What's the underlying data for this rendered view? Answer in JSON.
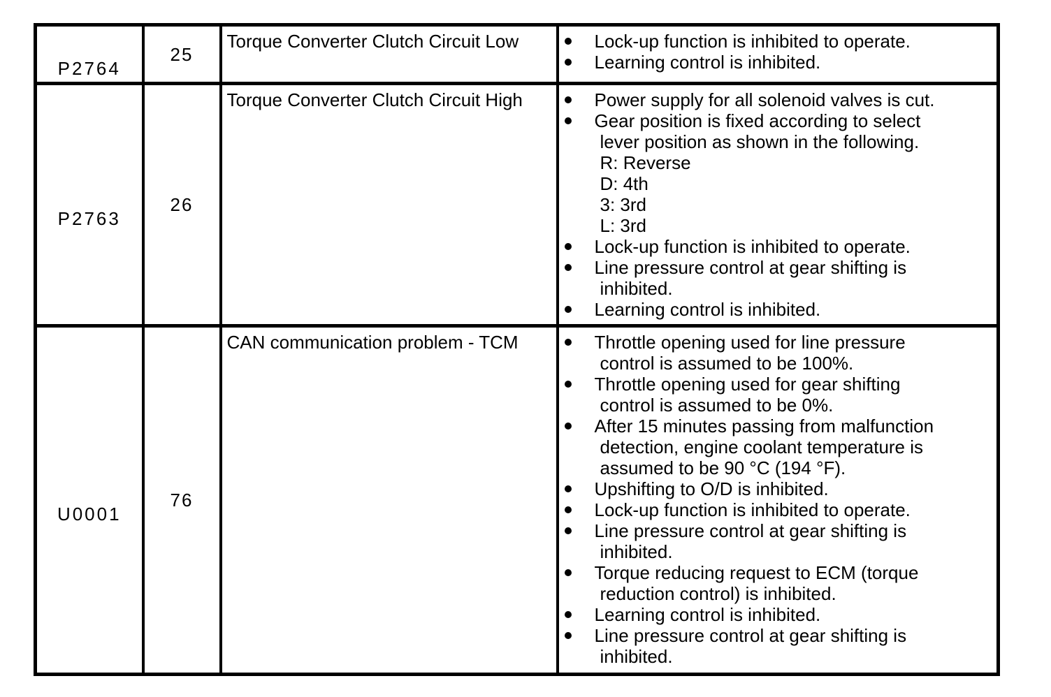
{
  "colors": {
    "text": "#000000",
    "border": "#000000",
    "background": "#ffffff"
  },
  "table": {
    "rows": [
      {
        "dtc": "P2764",
        "number": "25",
        "description": "Torque Converter Clutch Circuit Low",
        "effects": [
          {
            "text": "Lock-up function is inhibited to operate.",
            "sub": []
          },
          {
            "text": "Learning control is inhibited.",
            "sub": []
          }
        ]
      },
      {
        "dtc": "P2763",
        "number": "26",
        "description": "Torque Converter Clutch Circuit High",
        "effects": [
          {
            "text": "Power supply for all solenoid valves is cut.",
            "sub": []
          },
          {
            "text": "Gear position is fixed according to select lever position as shown in the following.",
            "sub": [
              "R: Reverse",
              "D: 4th",
              "3: 3rd",
              "L: 3rd"
            ]
          },
          {
            "text": "Lock-up function is inhibited to operate.",
            "sub": []
          },
          {
            "text": "Line pressure control at gear shifting is inhibited.",
            "sub": []
          },
          {
            "text": "Learning control is inhibited.",
            "sub": []
          }
        ]
      },
      {
        "dtc": "U0001",
        "number": "76",
        "description": "CAN communication problem - TCM",
        "effects": [
          {
            "text": "Throttle opening used for line pressure control is assumed to be 100%.",
            "sub": []
          },
          {
            "text": "Throttle opening used for gear shifting control is assumed to be 0%.",
            "sub": []
          },
          {
            "text": "After 15 minutes passing from malfunction detection, engine coolant temperature is assumed to be 90 °C (194 °F).",
            "sub": []
          },
          {
            "text": "Upshifting to O/D is inhibited.",
            "sub": []
          },
          {
            "text": "Lock-up function is inhibited to operate.",
            "sub": []
          },
          {
            "text": "Line pressure control at gear shifting is inhibited.",
            "sub": []
          },
          {
            "text": "Torque reducing request to ECM (torque reduction control) is inhibited.",
            "sub": []
          },
          {
            "text": "Learning control is inhibited.",
            "sub": []
          },
          {
            "text": "Line pressure control at gear shifting is inhibited.",
            "sub": []
          }
        ]
      }
    ]
  }
}
